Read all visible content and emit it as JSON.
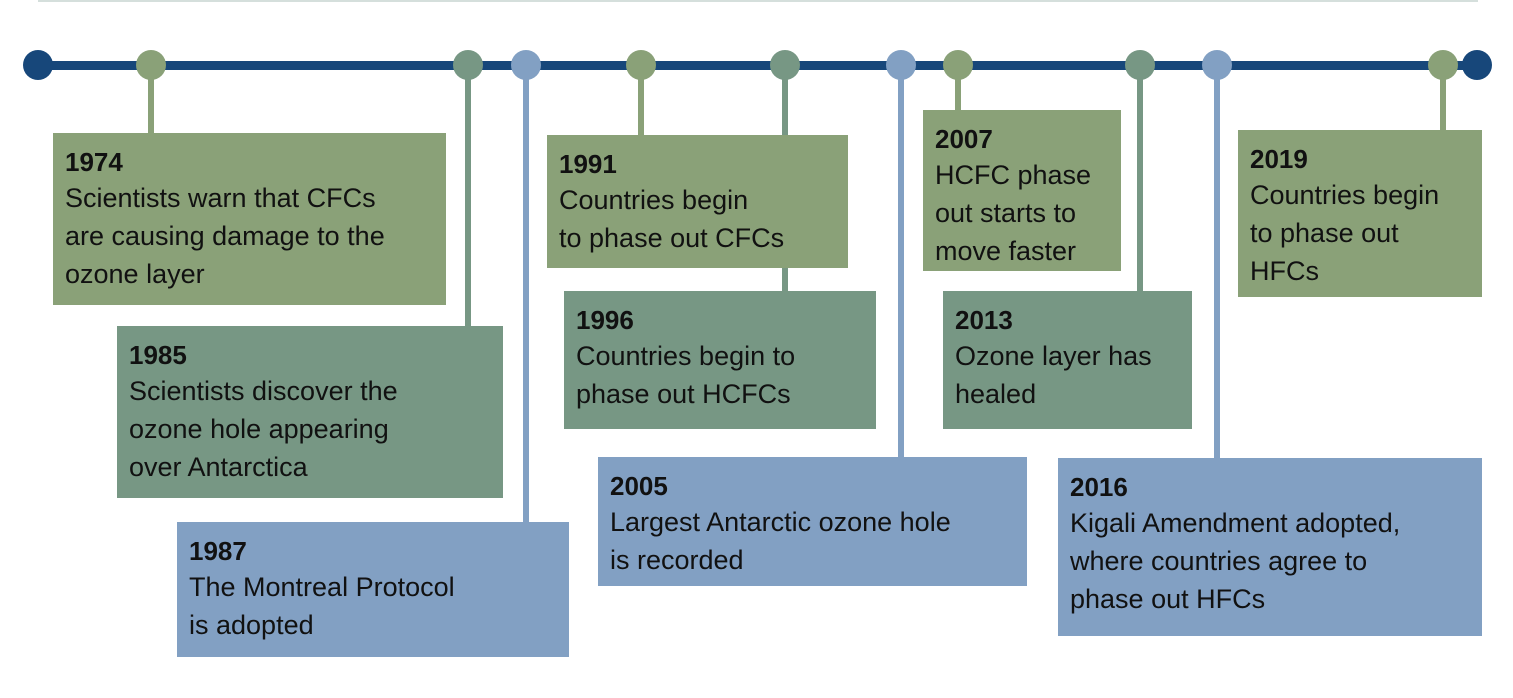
{
  "colors": {
    "axis": "#17477a",
    "sage": "#8aa178",
    "teal": "#779784",
    "blue": "#82a0c3"
  },
  "events": [
    {
      "year": "1974",
      "lines": [
        "Scientists warn that CFCs",
        "are causing damage to the",
        "ozone layer"
      ]
    },
    {
      "year": "1985",
      "lines": [
        "Scientists discover the",
        "ozone hole appearing",
        "over Antarctica"
      ]
    },
    {
      "year": "1987",
      "lines": [
        "The Montreal Protocol",
        "is adopted"
      ]
    },
    {
      "year": "1991",
      "lines": [
        "Countries begin",
        "to phase out CFCs"
      ]
    },
    {
      "year": "1996",
      "lines": [
        "Countries begin to",
        "phase out HCFCs"
      ]
    },
    {
      "year": "2005",
      "lines": [
        "Largest Antarctic ozone hole",
        "is recorded"
      ]
    },
    {
      "year": "2007",
      "lines": [
        "HCFC phase",
        "out starts to",
        "move faster"
      ]
    },
    {
      "year": "2013",
      "lines": [
        "Ozone layer has",
        "healed"
      ]
    },
    {
      "year": "2016",
      "lines": [
        "Kigali Amendment adopted,",
        "where countries agree to",
        "phase out HFCs"
      ]
    },
    {
      "year": "2019",
      "lines": [
        "Countries begin",
        "to phase out",
        "HFCs"
      ]
    }
  ]
}
